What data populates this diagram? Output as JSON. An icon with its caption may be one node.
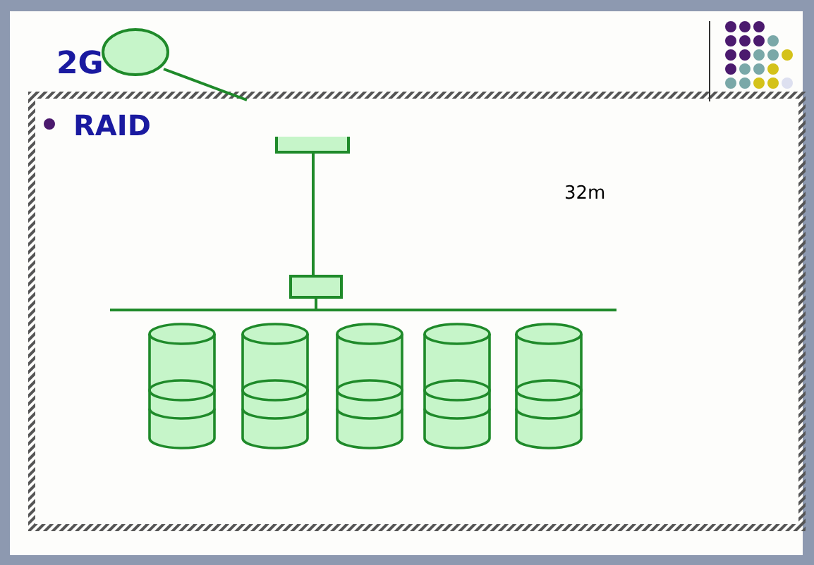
{
  "diagram": {
    "nodes": [
      {
        "text": [],
        "shape": "circle"
      },
      {
        "text": [],
        "shape": "box"
      },
      {
        "text": [],
        "shape": "box"
      },
      {
        "text": [],
        "shape": "bar"
      },
      {
        "text": [],
        "shape": "cylinder"
      },
      {
        "text": [],
        "shape": "cylinder"
      },
      {
        "text": [],
        "shape": "cylinder"
      },
      {
        "text": [],
        "shape": "cylinder"
      },
      {
        "text": [],
        "shape": "cylinder"
      }
    ],
    "edges": [
      {
        "from": 0,
        "to": null,
        "arrow": "none"
      },
      {
        "from": 1,
        "to": 2,
        "arrow": "none"
      },
      {
        "from": 2,
        "to": 3,
        "arrow": "none"
      }
    ],
    "labels": [
      "2G",
      "RAID",
      "32m"
    ]
  }
}
